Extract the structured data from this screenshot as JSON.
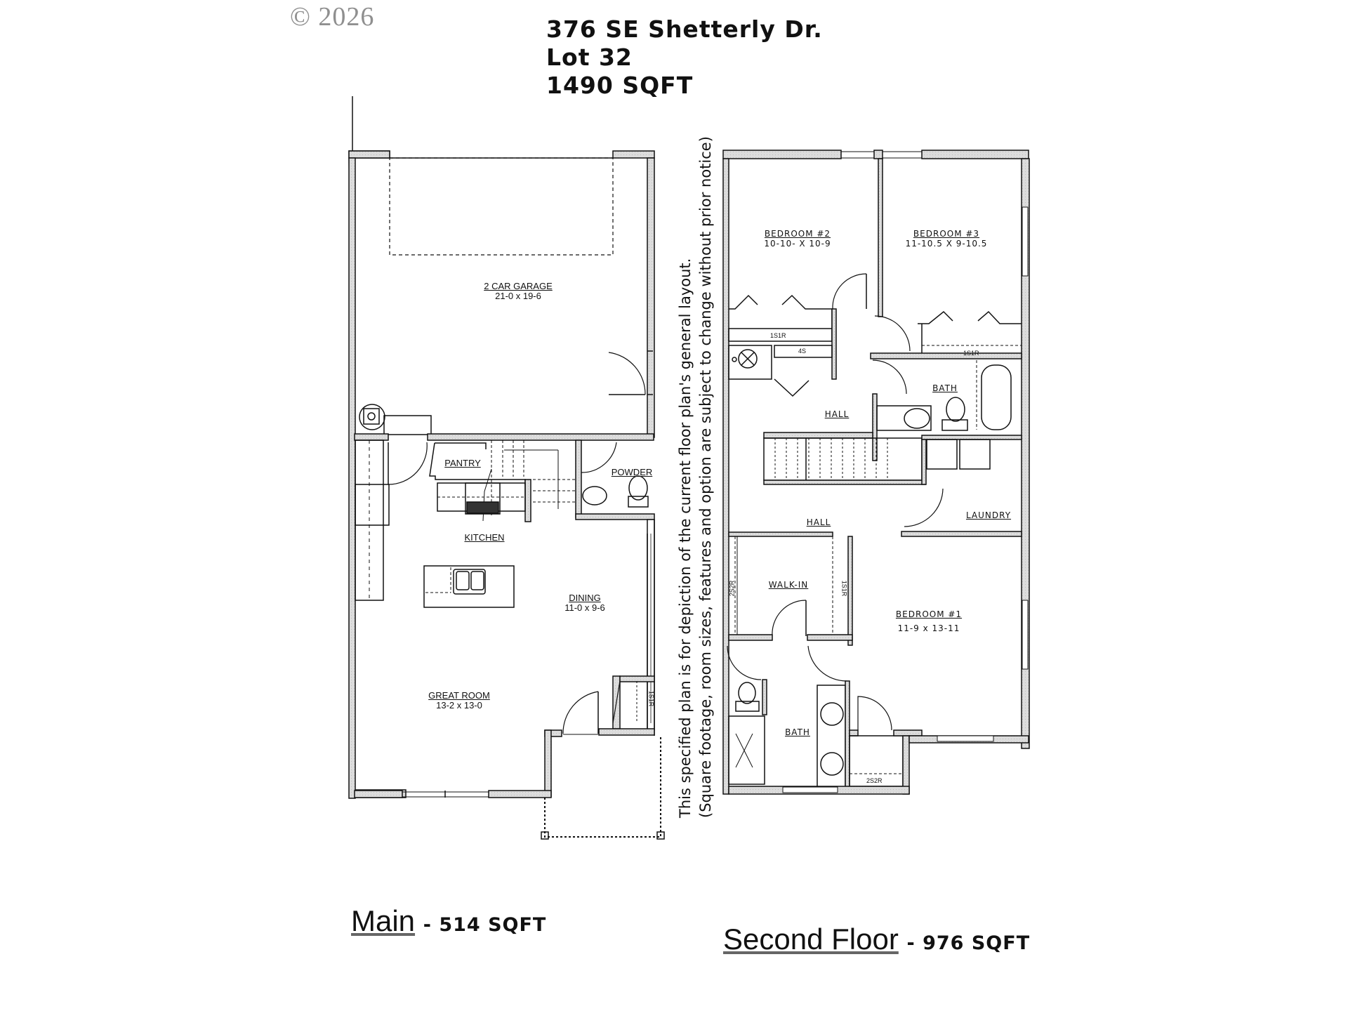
{
  "watermark": "© 2026",
  "header": {
    "address": "376 SE Shetterly Dr.",
    "lot": "Lot 32",
    "total_sqft": "1490 SQFT"
  },
  "disclaimer": {
    "line1": "This specified plan is for depiction of the current floor plan's general layout.",
    "line2": "(Square footage, room sizes, features and option are subject to change without prior notice)"
  },
  "main_floor": {
    "caption": "Main",
    "sqft": "- 514 SQFT",
    "rooms": [
      {
        "name": "2 CAR GARAGE",
        "size": "21-0 x 19-6"
      },
      {
        "name": "PANTRY",
        "size": ""
      },
      {
        "name": "POWDER",
        "size": ""
      },
      {
        "name": "KITCHEN",
        "size": ""
      },
      {
        "name": "DINING",
        "size": "11-0 x 9-6"
      },
      {
        "name": "GREAT ROOM",
        "size": "13-2 x 13-0"
      }
    ],
    "shelf_labels": [
      "1S1R"
    ]
  },
  "second_floor": {
    "caption": "Second Floor",
    "sqft": "- 976 SQFT",
    "rooms": [
      {
        "name": "BEDROOM #2",
        "size": "10-10- X 10-9"
      },
      {
        "name": "BEDROOM #3",
        "size": "11-10.5 X 9-10.5"
      },
      {
        "name": "BATH",
        "size": ""
      },
      {
        "name": "HALL",
        "size": ""
      },
      {
        "name": "HALL",
        "size": ""
      },
      {
        "name": "LAUNDRY",
        "size": ""
      },
      {
        "name": "WALK-IN",
        "size": ""
      },
      {
        "name": "BEDROOM #1",
        "size": "11-9 x 13-11"
      },
      {
        "name": "BATH",
        "size": ""
      }
    ],
    "shelf_labels": [
      "1S1R",
      "4S",
      "1S1R",
      "2S2R",
      "1S1R",
      "2S2R"
    ]
  },
  "colors": {
    "wall_fill": "#d9d9d9",
    "line": "#111111",
    "watermark": "#8f8f8f"
  }
}
